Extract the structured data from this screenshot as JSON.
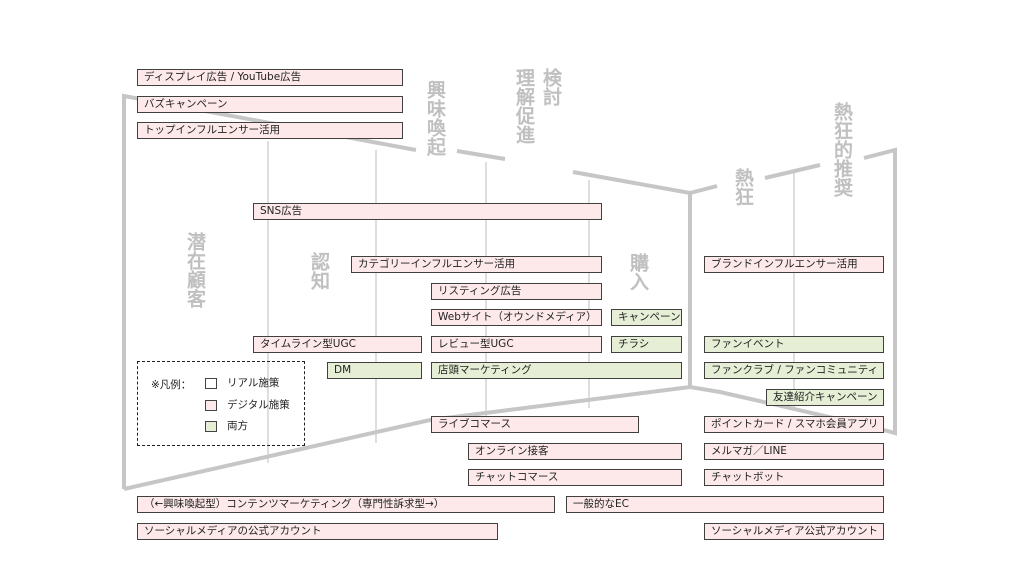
{
  "diagram": {
    "type": "marketing-funnel",
    "stages": [
      {
        "id": "latent",
        "label": "潜在顧客"
      },
      {
        "id": "awareness",
        "label": "認知"
      },
      {
        "id": "interest",
        "label": "興味喚起"
      },
      {
        "id": "understanding",
        "label": "理解促進"
      },
      {
        "id": "consideration",
        "label": "検討"
      },
      {
        "id": "purchase",
        "label": "購入"
      },
      {
        "id": "enthusiasm",
        "label": "熱狂"
      },
      {
        "id": "advocacy",
        "label": "熱狂的推奨"
      }
    ],
    "legend": {
      "title": "※凡例：",
      "items": [
        {
          "label": "リアル施策",
          "kind": "real",
          "color": "#ffffff"
        },
        {
          "label": "デジタル施策",
          "kind": "digital",
          "color": "#fde9ea"
        },
        {
          "label": "両方",
          "kind": "both",
          "color": "#e6efd6"
        }
      ]
    },
    "colors": {
      "digital": "#fde9ea",
      "both": "#e6efd6",
      "real": "#ffffff",
      "stage_label": "#c0c0c0",
      "funnel_line": "#c4c4c4",
      "box_border": "#404040"
    },
    "tactics": [
      {
        "label": "ディスプレイ広告 / YouTube広告",
        "kind": "digital"
      },
      {
        "label": "バズキャンペーン",
        "kind": "digital"
      },
      {
        "label": "トップインフルエンサー活用",
        "kind": "digital"
      },
      {
        "label": "SNS広告",
        "kind": "digital"
      },
      {
        "label": "カテゴリーインフルエンサー活用",
        "kind": "digital"
      },
      {
        "label": "リスティング広告",
        "kind": "digital"
      },
      {
        "label": "Webサイト（オウンドメディア）",
        "kind": "digital"
      },
      {
        "label": "キャンペーン",
        "kind": "both"
      },
      {
        "label": "タイムライン型UGC",
        "kind": "digital"
      },
      {
        "label": "レビュー型UGC",
        "kind": "digital"
      },
      {
        "label": "チラシ",
        "kind": "both"
      },
      {
        "label": "DM",
        "kind": "both"
      },
      {
        "label": "店頭マーケティング",
        "kind": "both"
      },
      {
        "label": "ライブコマース",
        "kind": "digital"
      },
      {
        "label": "オンライン接客",
        "kind": "digital"
      },
      {
        "label": "チャットコマース",
        "kind": "digital"
      },
      {
        "label": "（←興味喚起型）コンテンツマーケティング（専門性訴求型→）",
        "kind": "digital"
      },
      {
        "label": "一般的なEC",
        "kind": "digital"
      },
      {
        "label": "ソーシャルメディアの公式アカウント",
        "kind": "digital"
      },
      {
        "label": "ブランドインフルエンサー活用",
        "kind": "digital"
      },
      {
        "label": "ファンイベント",
        "kind": "both"
      },
      {
        "label": "ファンクラブ / ファンコミュニティ",
        "kind": "both"
      },
      {
        "label": "友達紹介キャンペーン",
        "kind": "both"
      },
      {
        "label": "ポイントカード / スマホ会員アプリ",
        "kind": "digital"
      },
      {
        "label": "メルマガ／LINE",
        "kind": "digital"
      },
      {
        "label": "チャットボット",
        "kind": "digital"
      },
      {
        "label": "ソーシャルメディア公式アカウント",
        "kind": "digital"
      }
    ]
  }
}
